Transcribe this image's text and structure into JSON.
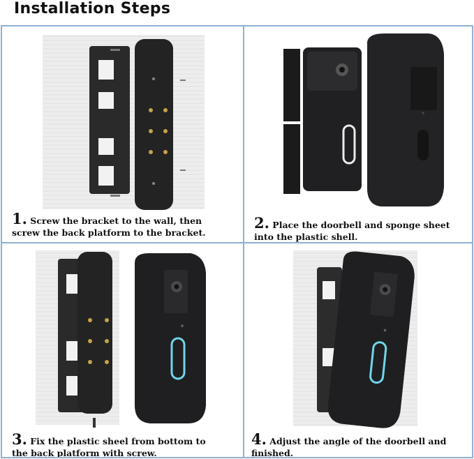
{
  "page": {
    "title": "Installation Steps"
  },
  "steps": [
    {
      "number": "1.",
      "line1": "Screw the bracket to the wall, then",
      "line2": "screw the back platform to the bracket."
    },
    {
      "number": "2.",
      "line1": "Place the doorbell and sponge sheet",
      "line2": "into the plastic shell."
    },
    {
      "number": "3.",
      "line1": "Fix the plastic sheel from bottom to",
      "line2": "the back platform with screw."
    },
    {
      "number": "4.",
      "line1": "Adjust the angle of the doorbell and",
      "line2": "finished."
    }
  ],
  "colors": {
    "border": "#8fb0d2",
    "device": "#1d1d1f",
    "ring": "#6fd6ea",
    "wall": "#e9e9e9"
  }
}
